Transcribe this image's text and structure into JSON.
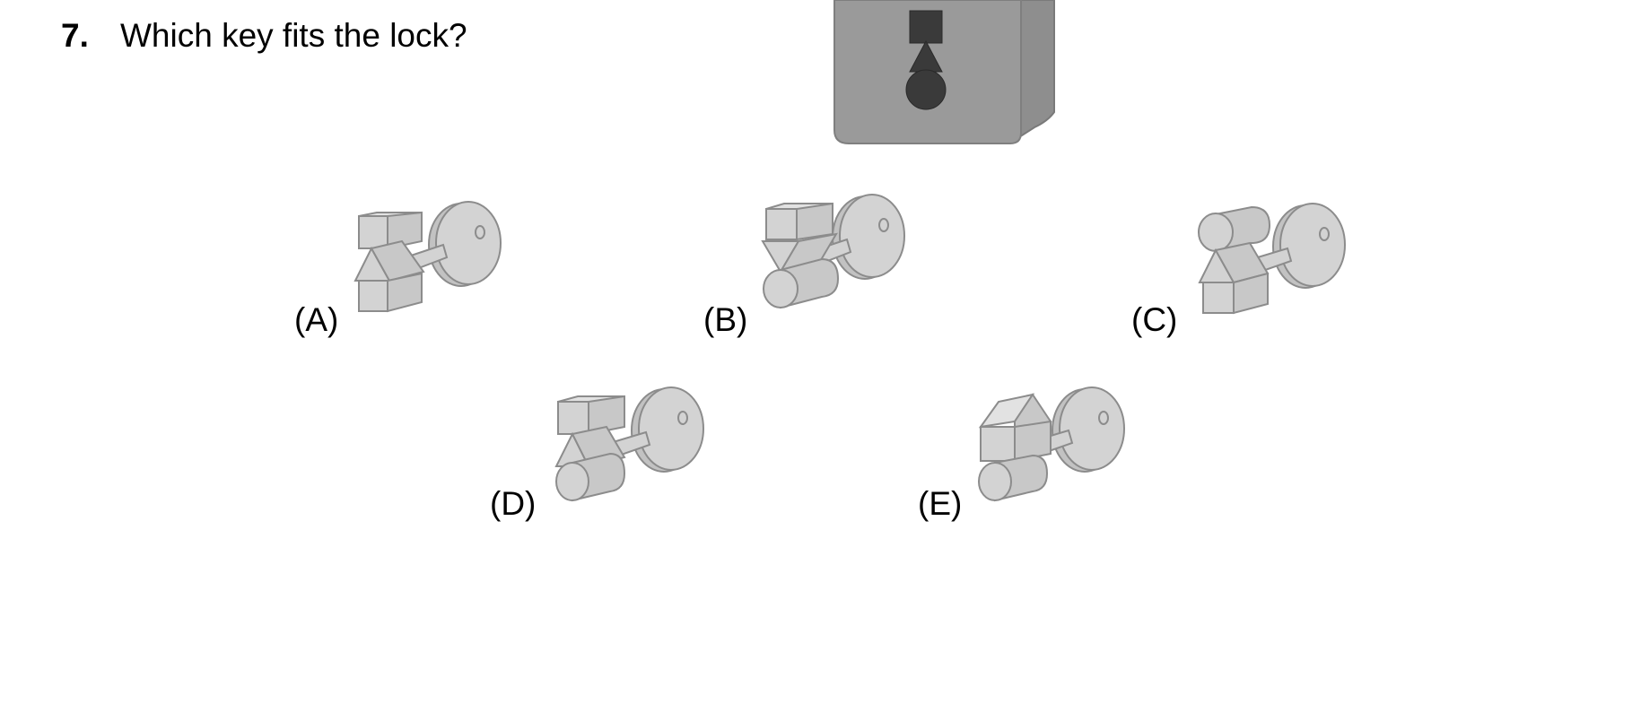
{
  "question": {
    "number": "7.",
    "text": "Which key fits the lock?"
  },
  "lock": {
    "icon": "padlock-icon",
    "keyhole_shapes": [
      "square",
      "triangle",
      "circle"
    ],
    "body_color": "#9a9a9a",
    "keyhole_color": "#3a3a3a"
  },
  "options": [
    {
      "label": "(A)",
      "bits": [
        "square",
        "triangle",
        "square"
      ]
    },
    {
      "label": "(B)",
      "bits": [
        "square",
        "triangle",
        "circle"
      ]
    },
    {
      "label": "(C)",
      "bits": [
        "circle",
        "triangle",
        "square"
      ]
    },
    {
      "label": "(D)",
      "bits": [
        "square",
        "triangle",
        "circle"
      ]
    },
    {
      "label": "(E)",
      "bits": [
        "triangle",
        "square",
        "circle"
      ]
    }
  ],
  "colors": {
    "key_fill": "#d3d3d3",
    "key_stroke": "#8c8c8c"
  }
}
